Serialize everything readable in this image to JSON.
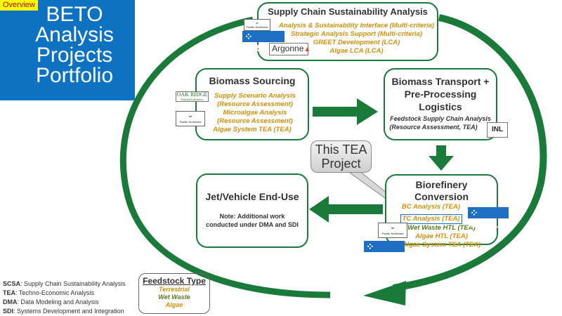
{
  "colors": {
    "panel_blue": "#0e72c3",
    "tag_yellow": "#ffff00",
    "tag_red": "#c00000",
    "arrow_green": "#1a7a3a",
    "item_orange": "#d4900a",
    "item_green": "#5a7a1a",
    "nrel_blue": "#1e6fc4",
    "highlight_blue": "#1e6fc4"
  },
  "header": {
    "tag": "Overview",
    "title_lines": [
      "BETO",
      "Analysis",
      "Projects",
      "Portfolio"
    ]
  },
  "boxes": {
    "scsa": {
      "title": "Supply Chain Sustainability Analysis",
      "items": [
        {
          "text": "Analysis & Sustainability Interface (Multi-criteria)",
          "type": "Terrestrial"
        },
        {
          "text": "Strategic Analysis Support (Multi-criteria)",
          "type": "Terrestrial"
        },
        {
          "text": "GREET Development (LCA)",
          "type": "Terrestrial"
        },
        {
          "text": "Algae LCA (LCA)",
          "type": "Algae"
        }
      ],
      "logos": [
        "Pacific Northwest",
        "NREL",
        "Argonne"
      ]
    },
    "sourcing": {
      "title": "Biomass Sourcing",
      "items": [
        {
          "text": "Supply Scenario Analysis (Resource Assessment)",
          "type": "Terrestrial"
        },
        {
          "text": "Microalgae Analysis (Resource Assessment)",
          "type": "Algae"
        },
        {
          "text": "Algae System TEA (TEA)",
          "type": "Algae"
        }
      ],
      "logos": [
        "OAK RIDGE",
        "National Laboratory",
        "Pacific Northwest"
      ]
    },
    "transport": {
      "title_lines": [
        "Biomass Transport +",
        "Pre-Processing",
        "Logistics"
      ],
      "items": [
        {
          "text": "Feedstock Supply Chain Analysis",
          "type": "none"
        },
        {
          "text": "(Resource Assessment, TEA)",
          "type": "none"
        }
      ],
      "logos": [
        "INL"
      ]
    },
    "conversion": {
      "title_lines": [
        "Biorefinery",
        "Conversion"
      ],
      "items": [
        {
          "text": "BC Analysis (TEA)",
          "type": "Terrestrial",
          "highlight": false
        },
        {
          "text": "TC Analysis (TEA)",
          "type": "Terrestrial",
          "highlight": true
        },
        {
          "text": "Wet Waste HTL (TEA)",
          "type": "Wet Waste",
          "highlight": false
        },
        {
          "text": "Algae HTL (TEA)",
          "type": "Algae",
          "highlight": false
        },
        {
          "text": "Algae System TEA (TEA)",
          "type": "Algae",
          "highlight": false
        }
      ],
      "logos": [
        "NREL",
        "Pacific Northwest",
        "NREL"
      ]
    },
    "enduse": {
      "title": "Jet/Vehicle End-Use",
      "note_lines": [
        "Note: Additional work",
        "conducted under DMA and SDI"
      ]
    }
  },
  "callout": {
    "lines": [
      "This TEA",
      "Project"
    ]
  },
  "abbreviations": [
    {
      "abbr": "SCSA",
      "meaning": "Supply Chain Sustainability Analysis"
    },
    {
      "abbr": "TEA",
      "meaning": "Techno-Economic Analysis"
    },
    {
      "abbr": "DMA",
      "meaning": "Data Modeling and Analysis"
    },
    {
      "abbr": "SDI",
      "meaning": "Systems Development and Integration"
    }
  ],
  "feedstock_legend": {
    "title": "Feedstock Type",
    "items": [
      {
        "label": "Terrestrial",
        "color": "#d4900a"
      },
      {
        "label": "Wet Waste",
        "color": "#5a7a1a"
      },
      {
        "label": "Algae",
        "color": "#d4900a"
      }
    ]
  }
}
